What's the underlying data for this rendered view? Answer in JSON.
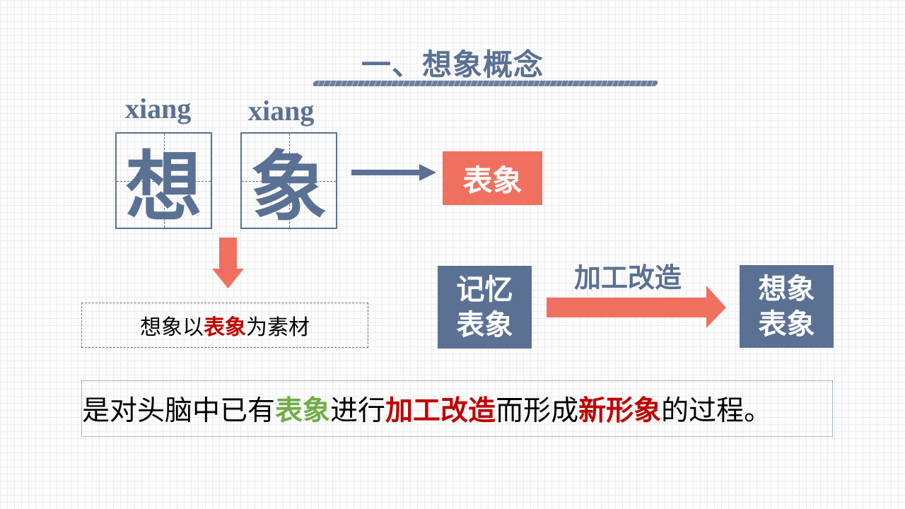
{
  "title": "一、想象概念",
  "characters": [
    {
      "pinyin": "xiang",
      "char": "想"
    },
    {
      "pinyin": "xiang",
      "char": "象"
    }
  ],
  "representation_box": "表象",
  "material_note": {
    "segments": [
      {
        "text": "想象以",
        "color": "#000000",
        "bold": false
      },
      {
        "text": "表象",
        "color": "#c00000",
        "bold": true
      },
      {
        "text": "为素材",
        "color": "#000000",
        "bold": false
      }
    ]
  },
  "process": {
    "from_line1": "记忆",
    "from_line2": "表象",
    "label": "加工改造",
    "to_line1": "想象",
    "to_line2": "表象"
  },
  "definition": {
    "segments": [
      {
        "text": "是对头脑中已有",
        "color": "#000000",
        "bold": false
      },
      {
        "text": "表象",
        "color": "#70ad47",
        "bold": true
      },
      {
        "text": "进行",
        "color": "#000000",
        "bold": false
      },
      {
        "text": "加工改造",
        "color": "#c00000",
        "bold": true
      },
      {
        "text": "而形成",
        "color": "#000000",
        "bold": false
      },
      {
        "text": "新形象",
        "color": "#c00000",
        "bold": true
      },
      {
        "text": "的过程。",
        "color": "#000000",
        "bold": false
      }
    ]
  },
  "colors": {
    "slate": "#5a7194",
    "salmon": "#f07060",
    "red": "#c00000",
    "green": "#70ad47"
  }
}
